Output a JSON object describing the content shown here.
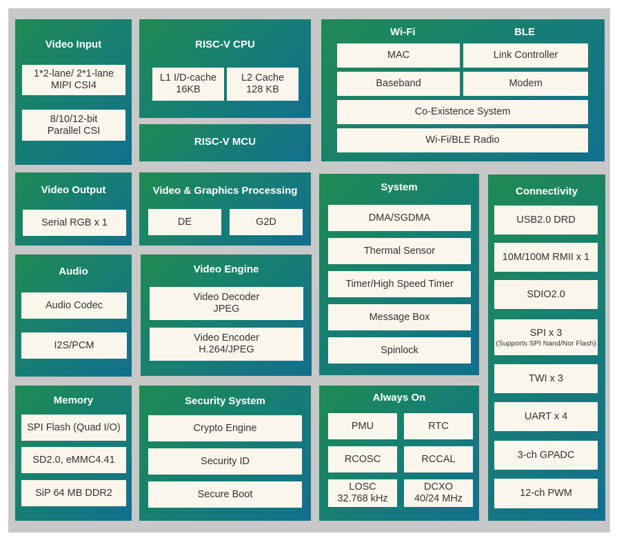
{
  "video_input": {
    "title": "Video Input",
    "items": [
      "1*2-lane/ 2*1-lane",
      "MIPI CSI4",
      "8/10/12-bit",
      "Parallel CSI"
    ]
  },
  "riscv_cpu": {
    "title": "RISC-V CPU",
    "items": [
      "L1 I/D-cache",
      "16KB",
      "L2 Cache",
      "128 KB"
    ]
  },
  "riscv_mcu": {
    "title": "RISC-V MCU"
  },
  "wifi_ble": {
    "title_wifi": "Wi-Fi",
    "title_ble": "BLE",
    "items": [
      "MAC",
      "Link Controller",
      "Baseband",
      "Modem",
      "Co-Existence System",
      "Wi-Fi/BLE Radio"
    ]
  },
  "video_output": {
    "title": "Video Output",
    "items": [
      "Serial RGB x 1"
    ]
  },
  "video_graphics": {
    "title": "Video & Graphics Processing",
    "items": [
      "DE",
      "G2D"
    ]
  },
  "system": {
    "title": "System",
    "items": [
      "DMA/SGDMA",
      "Thermal Sensor",
      "Timer/High Speed Timer",
      "Message Box",
      "Spinlock"
    ]
  },
  "connectivity": {
    "title": "Connectivity",
    "items": [
      "USB2.0 DRD",
      "10M/100M RMII x 1",
      "SDIO2.0",
      "SPI x 3",
      "(Supports SPI Nand/Nor Flash)",
      "TWI x 3",
      "UART x 4",
      "3-ch GPADC",
      "12-ch PWM"
    ]
  },
  "audio": {
    "title": "Audio",
    "items": [
      "Audio Codec",
      "I2S/PCM"
    ]
  },
  "video_engine": {
    "title": "Video Engine",
    "items": [
      "Video Decoder",
      "JPEG",
      "Video Encoder",
      "H.264/JPEG"
    ]
  },
  "memory": {
    "title": "Memory",
    "items": [
      "SPI Flash (Quad I/O)",
      "SD2.0, eMMC4.41",
      "SiP 64 MB DDR2"
    ]
  },
  "security": {
    "title": "Security System",
    "items": [
      "Crypto Engine",
      "Security ID",
      "Secure Boot"
    ]
  },
  "always_on": {
    "title": "Always On",
    "items": [
      "PMU",
      "RTC",
      "RCOSC",
      "RCCAL",
      "LOSC",
      "32.768 kHz",
      "DCXO",
      "40/24 MHz"
    ]
  }
}
